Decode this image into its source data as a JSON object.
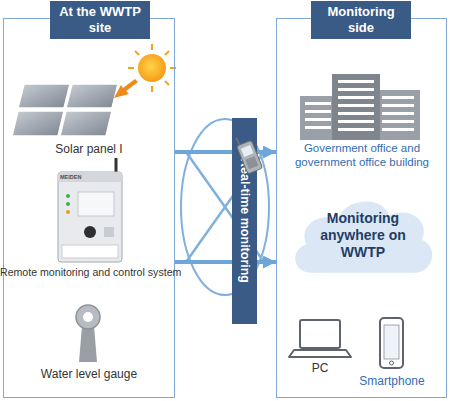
{
  "diagram": {
    "nodes": [
      {
        "text": [
          "At the WWTP site"
        ]
      },
      {
        "text": [
          "Monitoring side"
        ]
      },
      {
        "text": [
          "Monitoring anywhere on WWTP"
        ],
        "in": 1
      },
      {
        "text": [
          "Real-time monitoring"
        ]
      }
    ],
    "edges": [
      {
        "from": 0,
        "to": 1,
        "arrow": "to"
      },
      {
        "from": 0,
        "to": 1,
        "arrow": "to"
      }
    ],
    "labels": [
      "Solar panel I",
      "MEIDEN",
      "Remote monitoring and control system",
      "Water level gauge",
      "Government office and government office building",
      "PC",
      "Smartphone"
    ]
  }
}
